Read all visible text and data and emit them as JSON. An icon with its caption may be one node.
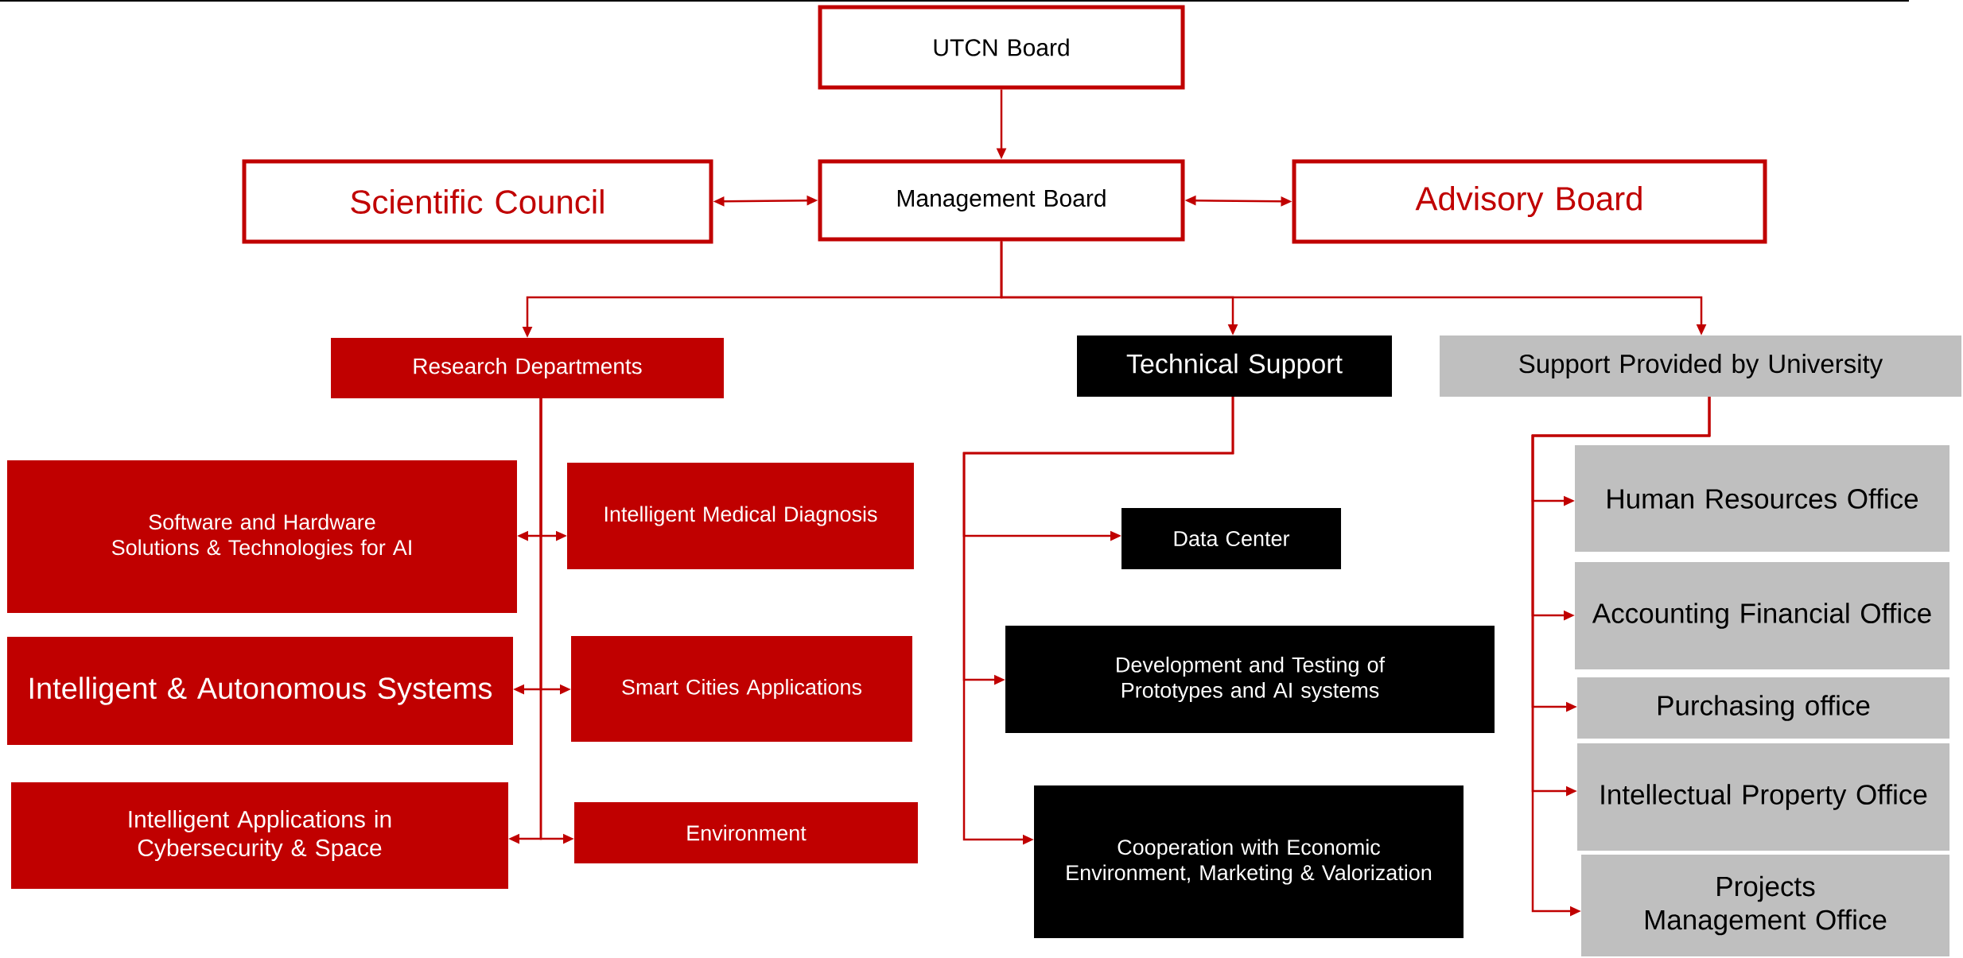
{
  "diagram": {
    "nodes": [
      {
        "text": [
          "UTCN Board"
        ]
      },
      {
        "text": [
          "Scientific Council"
        ]
      },
      {
        "text": [
          "Management Board"
        ]
      },
      {
        "text": [
          "Advisory Board"
        ]
      },
      {
        "text": [
          "Research Departments"
        ]
      },
      {
        "text": [
          "Technical Support"
        ]
      },
      {
        "text": [
          "Support Provided by University"
        ]
      },
      {
        "text": [
          "Software and Hardware Solutions & Technologies for AI"
        ]
      },
      {
        "text": [
          "Intelligent Medical Diagnosis"
        ]
      },
      {
        "text": [
          "Intelligent & Autonomous Systems"
        ]
      },
      {
        "text": [
          "Smart Cities Applications"
        ]
      },
      {
        "text": [
          "Intelligent Applications in Cybersecurity & Space"
        ]
      },
      {
        "text": [
          "Environment"
        ]
      },
      {
        "text": [
          "Data Center"
        ]
      },
      {
        "text": [
          "Development and Testing of Prototypes and AI systems"
        ]
      },
      {
        "text": [
          "Cooperation with Economic Environment, Marketing & Valorization"
        ]
      },
      {
        "text": [
          "Human Resources Office"
        ]
      },
      {
        "text": [
          "Accounting Financial Office"
        ]
      },
      {
        "text": [
          "Purchasing office"
        ]
      },
      {
        "text": [
          "Intellectual Property Office"
        ]
      },
      {
        "text": [
          "Projects Management Office"
        ]
      }
    ],
    "edges": [
      {
        "from": 0,
        "to": 2,
        "arrow": "to"
      },
      {
        "from": 1,
        "to": 2,
        "arrow": "both"
      },
      {
        "from": 2,
        "to": 3,
        "arrow": "both"
      },
      {
        "from": 2,
        "to": 4,
        "arrow": "to"
      },
      {
        "from": 2,
        "to": 5,
        "arrow": "to"
      },
      {
        "from": 2,
        "to": 6,
        "arrow": "to"
      },
      {
        "from": 4,
        "to": 7,
        "arrow": "to"
      },
      {
        "from": 4,
        "to": 8,
        "arrow": "to"
      },
      {
        "from": 4,
        "to": 9,
        "arrow": "to"
      },
      {
        "from": 4,
        "to": 10,
        "arrow": "to"
      },
      {
        "from": 4,
        "to": 11,
        "arrow": "to"
      },
      {
        "from": 4,
        "to": 12,
        "arrow": "to"
      },
      {
        "from": 5,
        "to": 13,
        "arrow": "to"
      },
      {
        "from": 5,
        "to": 14,
        "arrow": "to"
      },
      {
        "from": 5,
        "to": 15,
        "arrow": "to"
      },
      {
        "from": 6,
        "to": 16,
        "arrow": "to"
      },
      {
        "from": 6,
        "to": 17,
        "arrow": "to"
      },
      {
        "from": 6,
        "to": 18,
        "arrow": "to"
      },
      {
        "from": 6,
        "to": 19,
        "arrow": "to"
      },
      {
        "from": 6,
        "to": 20,
        "arrow": "to"
      }
    ]
  }
}
